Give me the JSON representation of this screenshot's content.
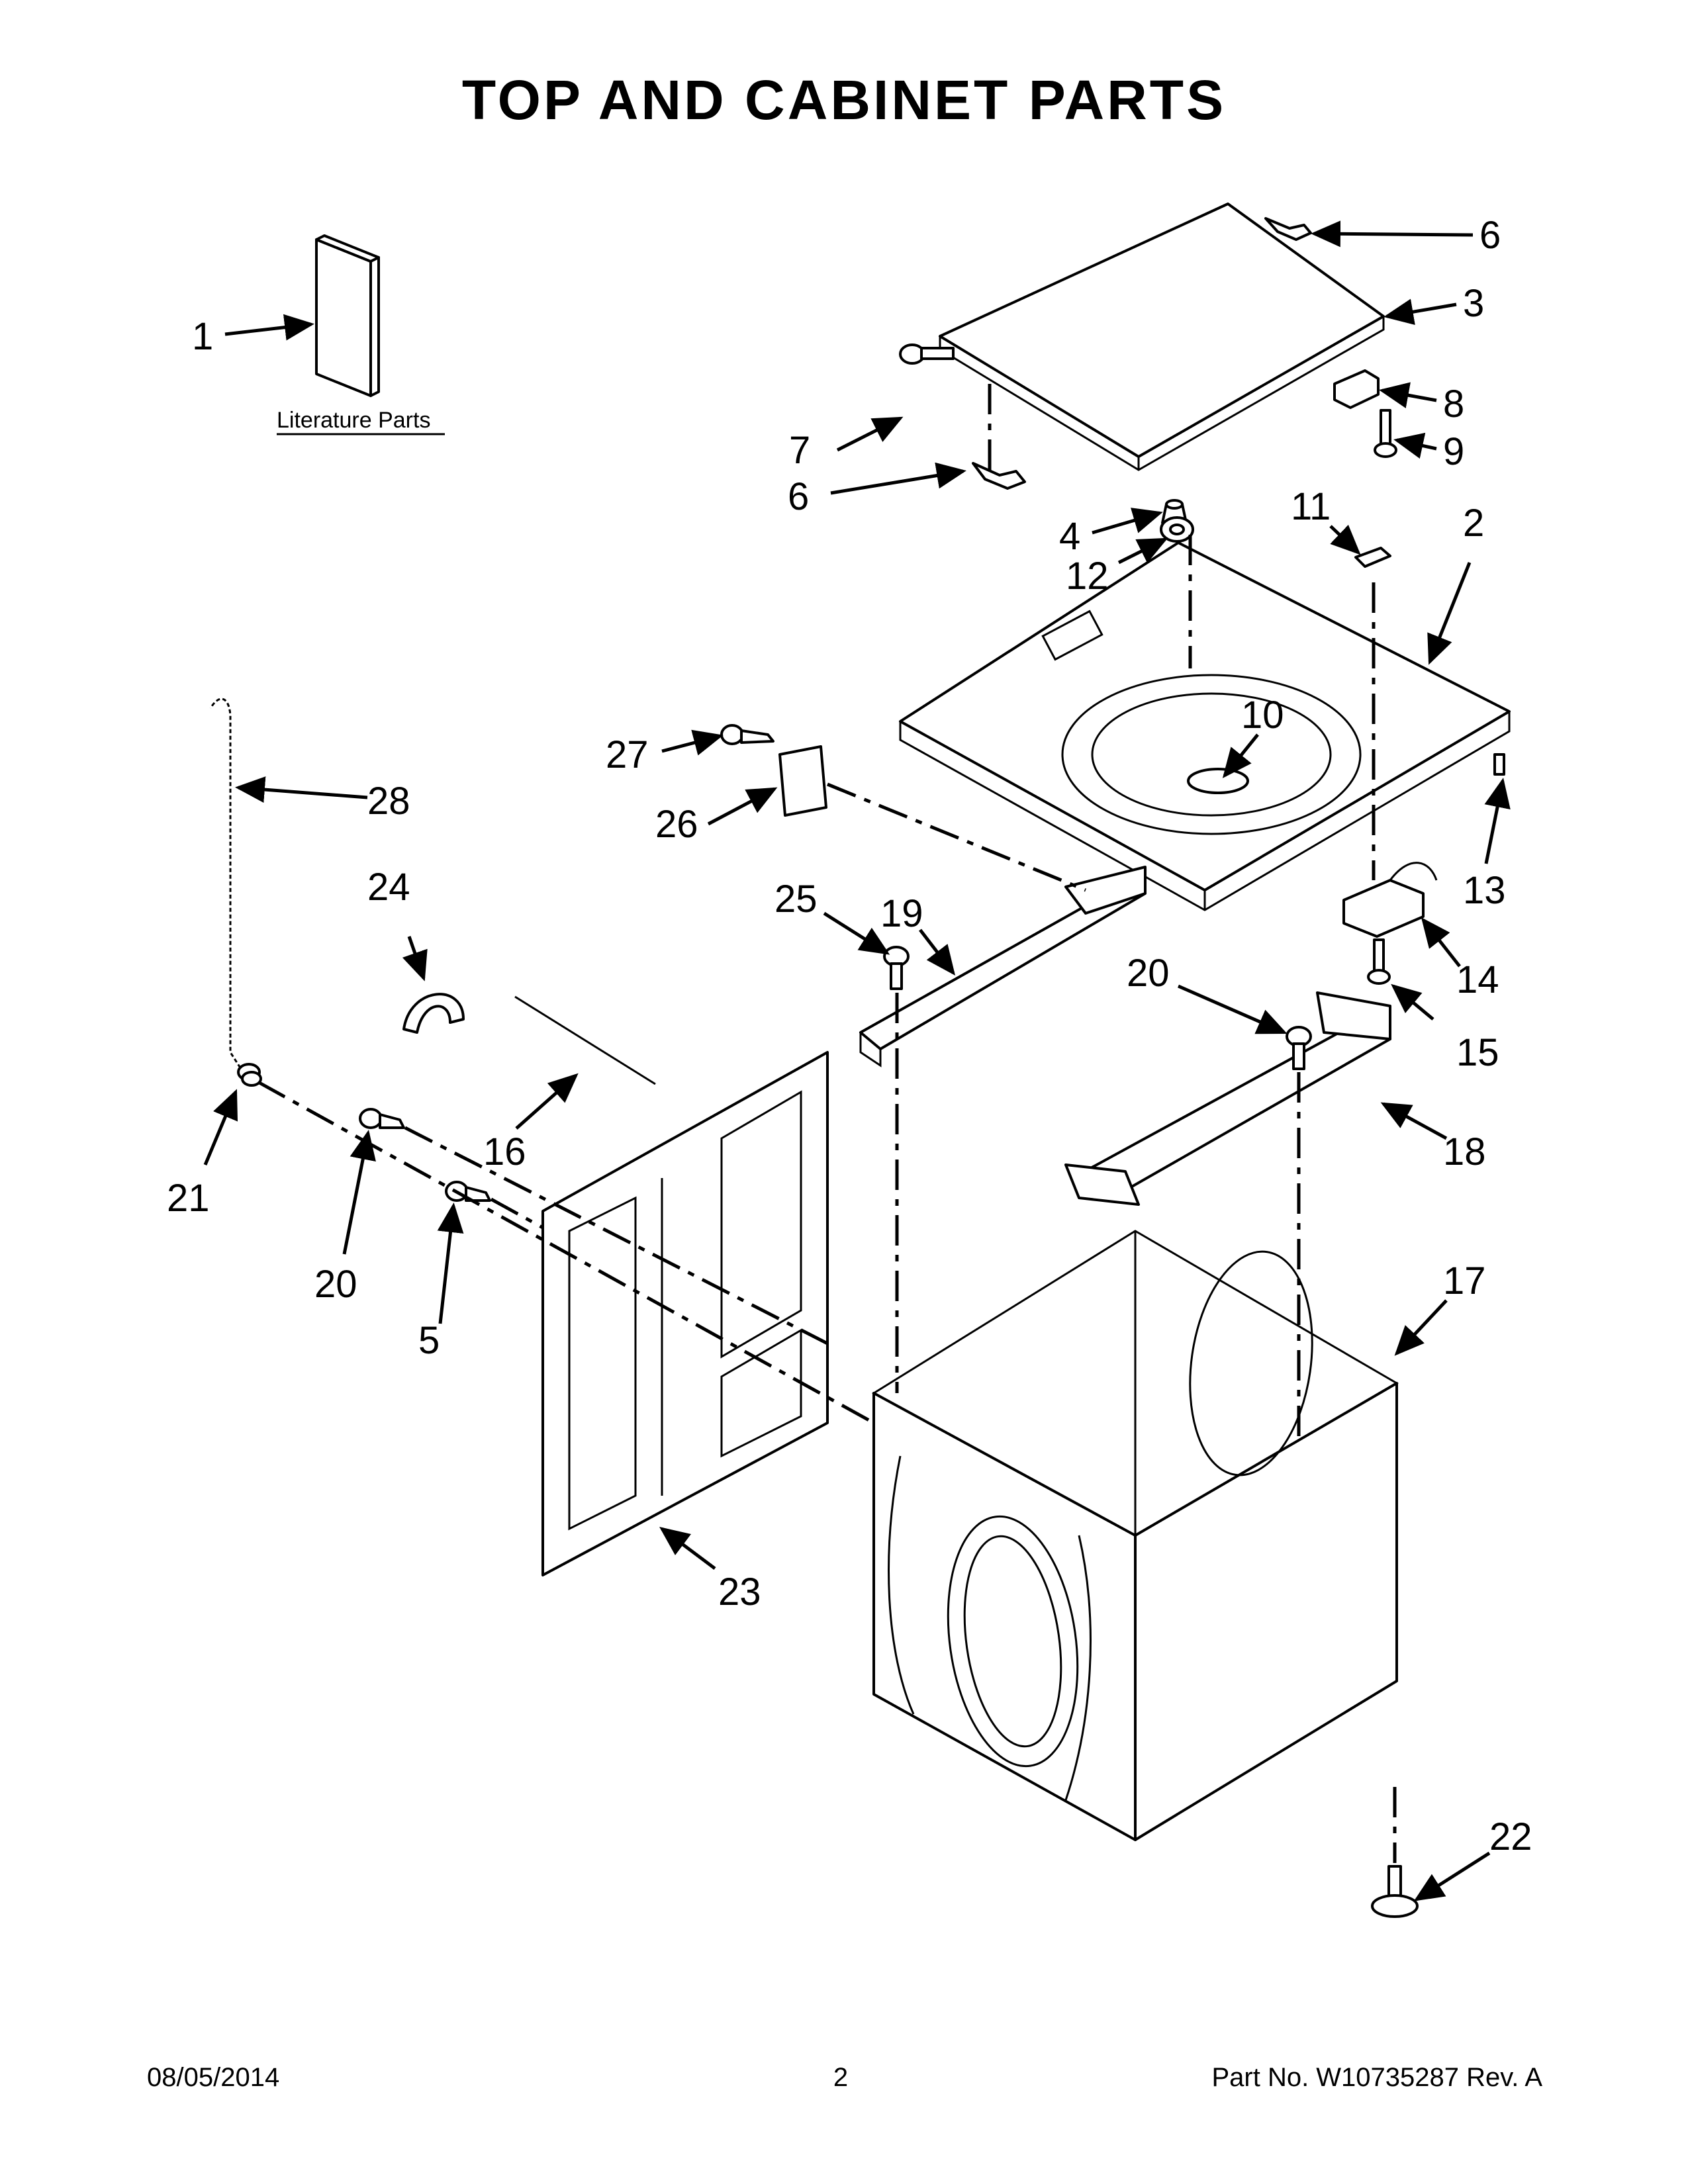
{
  "title": "TOP AND CABINET PARTS",
  "literature_label": "Literature Parts",
  "callouts": [
    "1",
    "2",
    "3",
    "4",
    "5",
    "6",
    "6",
    "7",
    "8",
    "9",
    "10",
    "11",
    "12",
    "13",
    "14",
    "15",
    "16",
    "17",
    "18",
    "19",
    "20",
    "20",
    "21",
    "22",
    "23",
    "24",
    "25",
    "26",
    "27",
    "28"
  ],
  "footer": {
    "date": "08/05/2014",
    "page": "2",
    "part_no": "Part No.  W10735287  Rev.  A"
  }
}
